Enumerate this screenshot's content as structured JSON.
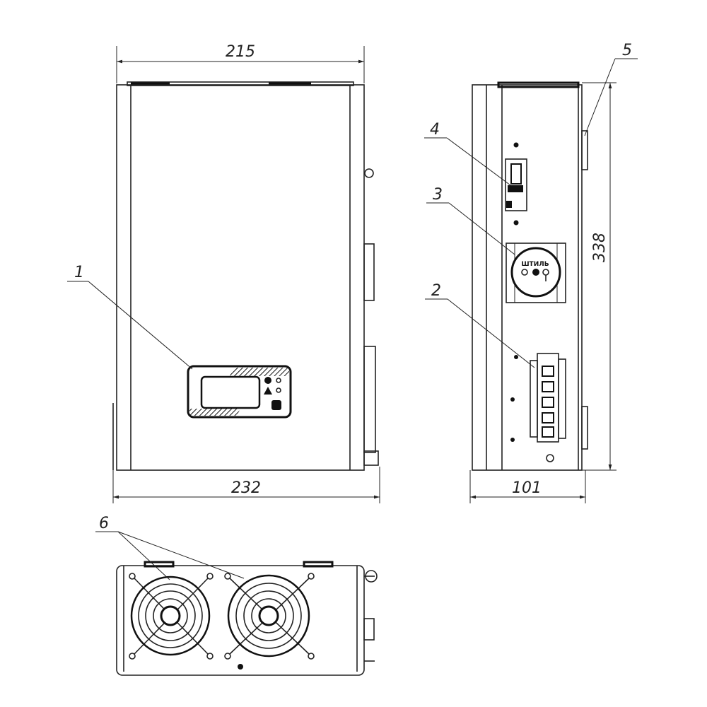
{
  "dimensions": {
    "front_top_width": "215",
    "front_bottom_width": "232",
    "side_depth": "101",
    "side_height": "338"
  },
  "callouts": [
    "1",
    "2",
    "3",
    "4",
    "5",
    "6"
  ],
  "socket_logo": "ШТИЛЬ",
  "colors": {
    "line": "#222222",
    "background": "#ffffff"
  }
}
